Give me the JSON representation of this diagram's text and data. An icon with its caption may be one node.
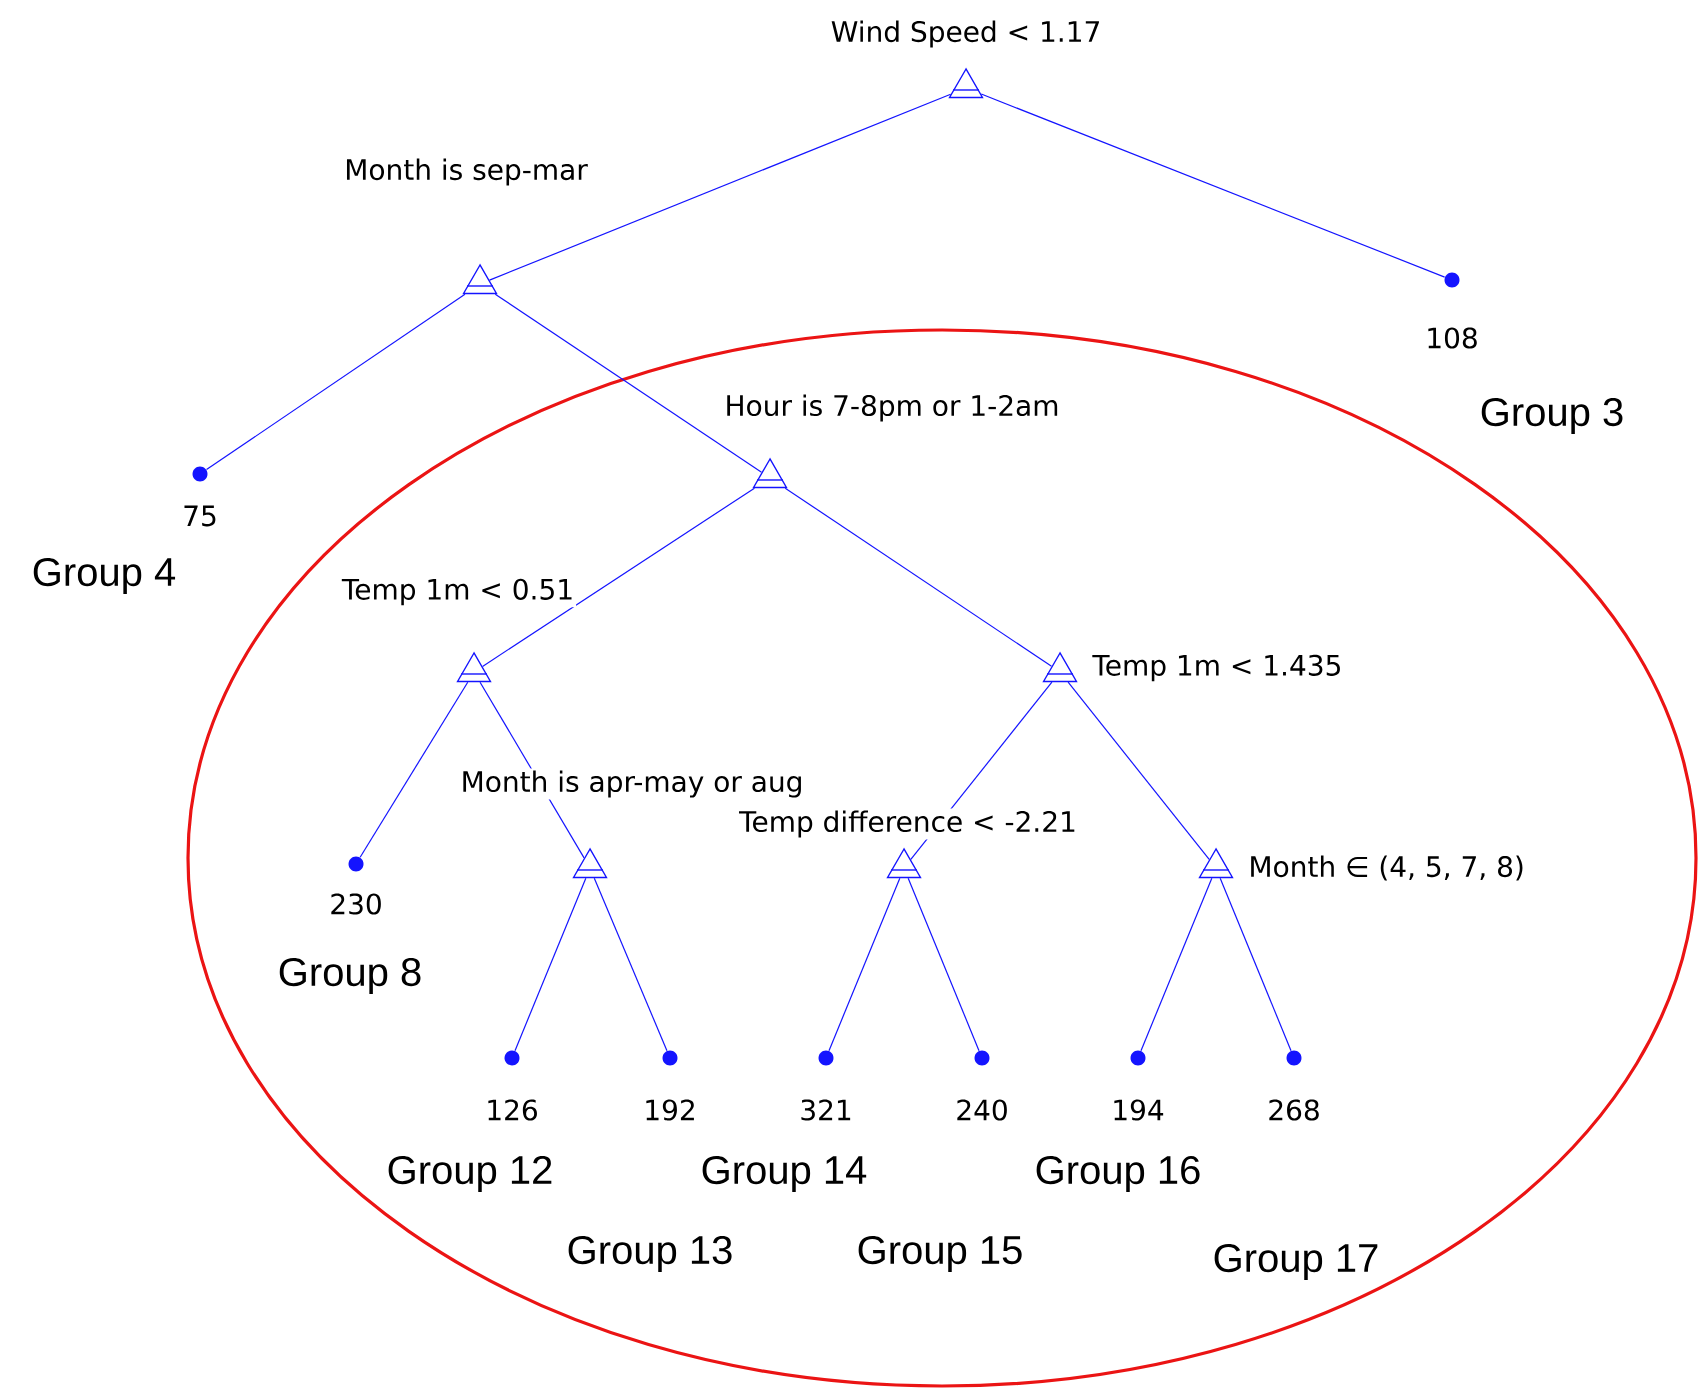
{
  "diagram": {
    "nodes": [
      {
        "text": [
          "Wind Speed < 1.17"
        ]
      },
      {
        "text": [
          "Month is sep-mar"
        ]
      },
      {
        "text": [
          "108"
        ]
      },
      {
        "text": [
          "75"
        ]
      },
      {
        "text": [
          "Hour is 7-8pm or 1-2am"
        ]
      },
      {
        "text": [
          "Temp 1m < 0.51"
        ]
      },
      {
        "text": [
          "Temp 1m < 1.435"
        ]
      },
      {
        "text": [
          "230"
        ]
      },
      {
        "text": [
          "Month is apr-may or aug"
        ]
      },
      {
        "text": [
          "Temp difference < -2.21"
        ]
      },
      {
        "text": [
          "Month ∈ (4, 5, 7, 8)"
        ]
      },
      {
        "text": [
          "126"
        ]
      },
      {
        "text": [
          "192"
        ]
      },
      {
        "text": [
          "321"
        ]
      },
      {
        "text": [
          "240"
        ]
      },
      {
        "text": [
          "194"
        ]
      },
      {
        "text": [
          "268"
        ]
      }
    ],
    "labels": [
      "Group 3",
      "Group 4",
      "Group 8",
      "Group 12",
      "Group 14",
      "Group 16",
      "Group 13",
      "Group 15",
      "Group 17"
    ],
    "edges": [
      {
        "from": 0,
        "to": 1,
        "arrow": "none"
      },
      {
        "from": 0,
        "to": 2,
        "arrow": "none"
      },
      {
        "from": 1,
        "to": 3,
        "arrow": "none"
      },
      {
        "from": 1,
        "to": 4,
        "arrow": "none"
      },
      {
        "from": 4,
        "to": 5,
        "arrow": "none"
      },
      {
        "from": 4,
        "to": 6,
        "arrow": "none"
      },
      {
        "from": 5,
        "to": 7,
        "arrow": "none"
      },
      {
        "from": 5,
        "to": 8,
        "arrow": "none"
      },
      {
        "from": 8,
        "to": 11,
        "arrow": "none"
      },
      {
        "from": 8,
        "to": 12,
        "arrow": "none"
      },
      {
        "from": 6,
        "to": 9,
        "arrow": "none"
      },
      {
        "from": 6,
        "to": 10,
        "arrow": "none"
      },
      {
        "from": 9,
        "to": 13,
        "arrow": "none"
      },
      {
        "from": 9,
        "to": 14,
        "arrow": "none"
      },
      {
        "from": 10,
        "to": 15,
        "arrow": "none"
      },
      {
        "from": 10,
        "to": 16,
        "arrow": "none"
      }
    ]
  }
}
